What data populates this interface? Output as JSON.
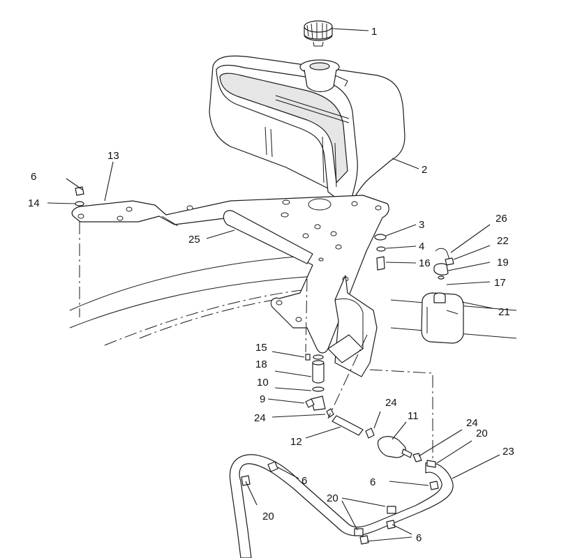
{
  "callouts": [
    {
      "id": "c1",
      "label": "1"
    },
    {
      "id": "c2",
      "label": "2"
    },
    {
      "id": "c3",
      "label": "3"
    },
    {
      "id": "c4",
      "label": "4"
    },
    {
      "id": "c6a",
      "label": "6"
    },
    {
      "id": "c6b",
      "label": "6"
    },
    {
      "id": "c6c",
      "label": "6"
    },
    {
      "id": "c6d",
      "label": "6"
    },
    {
      "id": "c9",
      "label": "9"
    },
    {
      "id": "c10",
      "label": "10"
    },
    {
      "id": "c11",
      "label": "11"
    },
    {
      "id": "c12",
      "label": "12"
    },
    {
      "id": "c13",
      "label": "13"
    },
    {
      "id": "c14",
      "label": "14"
    },
    {
      "id": "c15",
      "label": "15"
    },
    {
      "id": "c16",
      "label": "16"
    },
    {
      "id": "c17",
      "label": "17"
    },
    {
      "id": "c18",
      "label": "18"
    },
    {
      "id": "c19",
      "label": "19"
    },
    {
      "id": "c20a",
      "label": "20"
    },
    {
      "id": "c20b",
      "label": "20"
    },
    {
      "id": "c20c",
      "label": "20"
    },
    {
      "id": "c21",
      "label": "21"
    },
    {
      "id": "c22",
      "label": "22"
    },
    {
      "id": "c23",
      "label": "23"
    },
    {
      "id": "c24a",
      "label": "24"
    },
    {
      "id": "c24b",
      "label": "24"
    },
    {
      "id": "c24c",
      "label": "24"
    },
    {
      "id": "c25",
      "label": "25"
    },
    {
      "id": "c26",
      "label": "26"
    }
  ]
}
